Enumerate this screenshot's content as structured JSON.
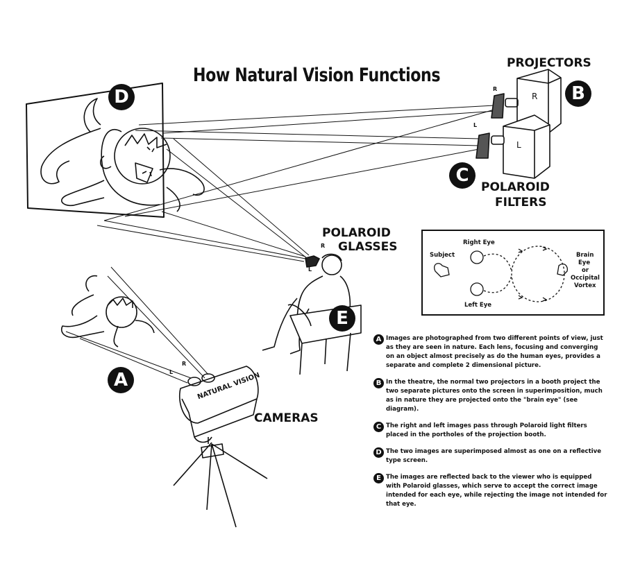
{
  "title": "How Natural Vision Functions",
  "labels": {
    "projectors": "PROJECTORS",
    "polaroid_filters_1": "POLAROID",
    "polaroid_filters_2": "FILTERS",
    "polaroid_glasses_1": "POLAROID",
    "polaroid_glasses_2": "GLASSES",
    "cameras": "CAMERAS",
    "camera_brand": "NATURAL VISION",
    "proj_r_small": "R",
    "proj_l_small": "L",
    "proj_r_box": "R",
    "proj_l_box": "L",
    "glasses_r": "R",
    "glasses_l": "L",
    "cam_r": "R",
    "cam_l": "L"
  },
  "badges": {
    "a": "A",
    "b": "B",
    "c": "C",
    "d": "D",
    "e": "E"
  },
  "inset": {
    "subject": "Subject",
    "right_eye": "Right Eye",
    "left_eye": "Left Eye",
    "brain_1": "Brain",
    "brain_2": "Eye",
    "brain_3": "or",
    "brain_4": "Occipital",
    "brain_5": "Vortex"
  },
  "notes": [
    {
      "letter": "A",
      "text": "Images are photographed from two different points of view, just as they are seen in nature. Each lens, focusing and converging on an object almost precisely as do the human eyes, provides a separate and complete 2 dimensional picture."
    },
    {
      "letter": "B",
      "text": "In the theatre, the normal two projectors in a booth project the two separate pictures onto the screen in superimposition, much as in nature they are projected onto the \"brain eye\" (see diagram)."
    },
    {
      "letter": "C",
      "text": "The right and left images pass through Polaroid light filters placed in the portholes of the projection booth."
    },
    {
      "letter": "D",
      "text": "The two images are superimposed almost as one on a reflective type screen."
    },
    {
      "letter": "E",
      "text": "The images are reflected back to the viewer who is equipped with Polaroid glasses, which serve to accept the correct image intended for each eye, while rejecting the image not intended for that eye."
    }
  ]
}
